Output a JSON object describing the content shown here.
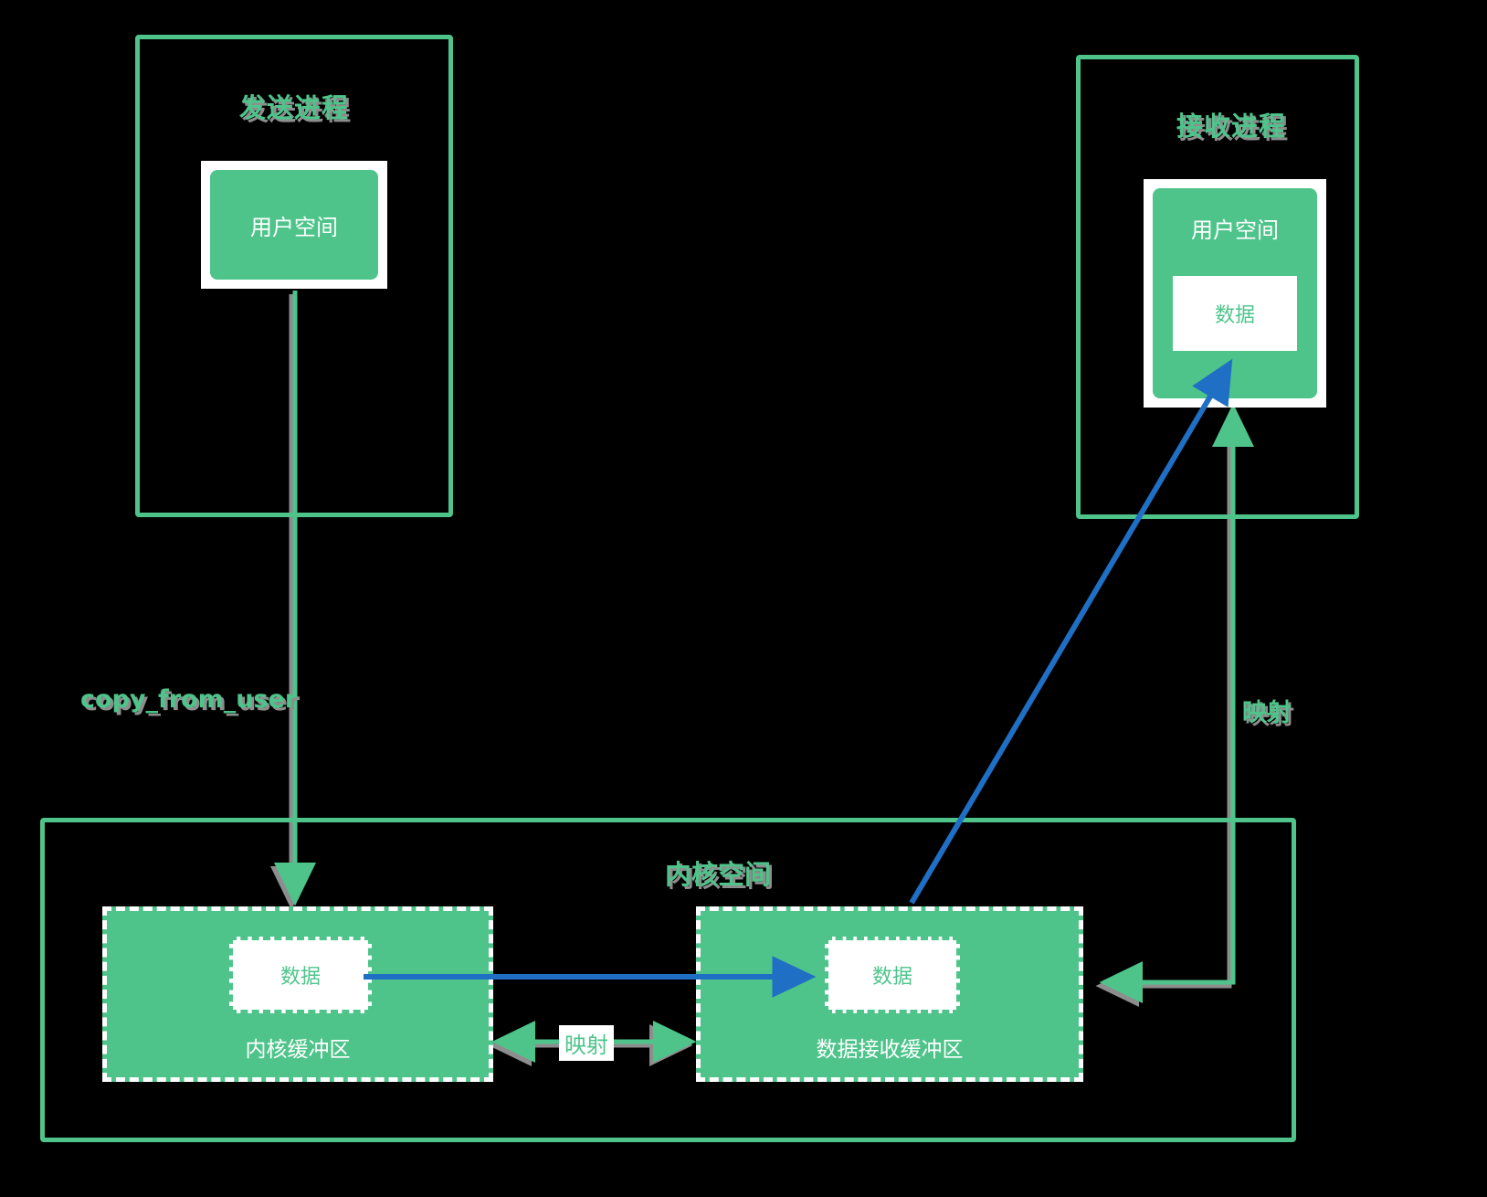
{
  "diagram": {
    "title": "mmap zero-copy data transfer between processes",
    "background_color": "#000000",
    "accent_green": "#4ec48b",
    "accent_blue": "#1f6fc4",
    "shadow_gray": "#8d8d8d",
    "white": "#ffffff"
  },
  "sender": {
    "title": "发送进程",
    "userspace_label": "用户空间"
  },
  "receiver": {
    "title": "接收进程",
    "userspace_label": "用户空间",
    "data_label": "数据"
  },
  "kernel": {
    "title": "内核空间",
    "left_buffer": {
      "label": "内核缓冲区",
      "data_label": "数据"
    },
    "right_buffer": {
      "label": "数据接收缓冲区",
      "data_label": "数据"
    }
  },
  "edges": {
    "copy_from_user": "copy_from_user",
    "buffer_mapping": "映射",
    "receiver_mapping": "映射"
  }
}
